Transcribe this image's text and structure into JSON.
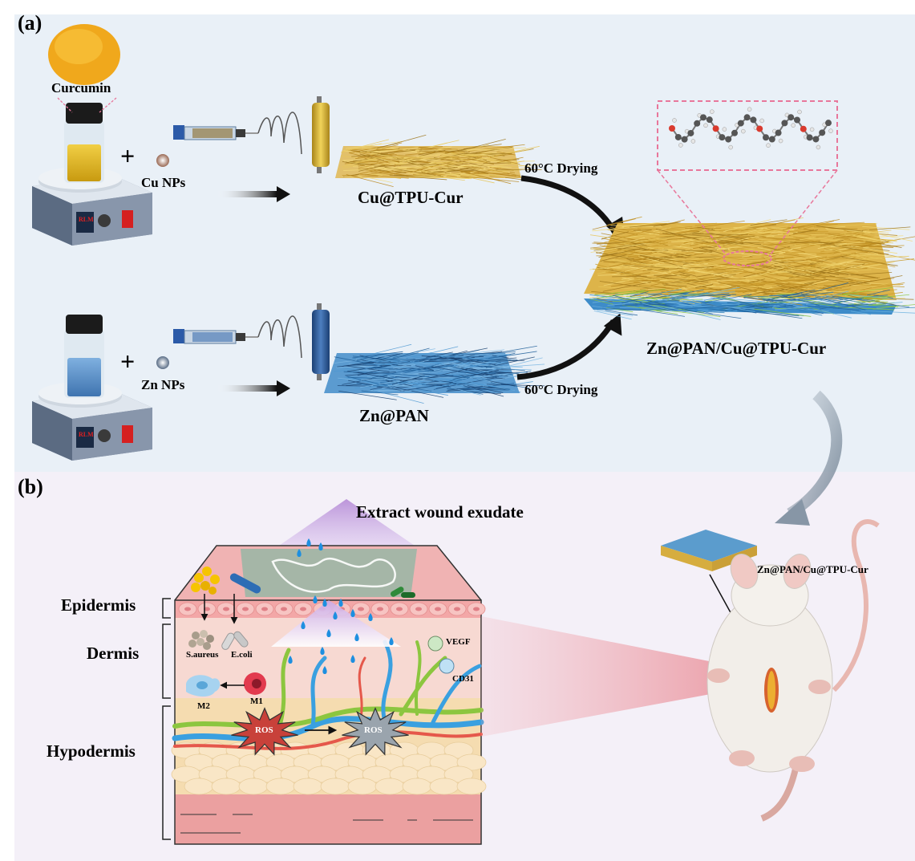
{
  "panels": {
    "a": "(a)",
    "b": "(b)"
  },
  "fabrication": {
    "curcumin": "Curcumin",
    "cu_nps": "Cu NPs",
    "zn_nps": "Zn NPs",
    "plus": "+",
    "cu_membrane": "Cu@TPU-Cur",
    "zn_membrane": "Zn@PAN",
    "drying_top": "60°C Drying",
    "drying_bottom": "60°C Drying",
    "composite": "Zn@PAN/Cu@TPU-Cur",
    "stirrer_display": "RLM"
  },
  "wound": {
    "extract": "Extract wound exudate",
    "layers": [
      "Epidermis",
      "Dermis",
      "Hypodermis"
    ],
    "bacteria": [
      "S.aureus",
      "E.coli"
    ],
    "macrophages": [
      "M2",
      "M1"
    ],
    "markers": [
      "VEGF",
      "CD31"
    ],
    "ros": [
      "ROS",
      "ROS"
    ],
    "dressing_label": "Zn@PAN/Cu@TPU-Cur"
  },
  "colors": {
    "panel_a_bg": "#e9f0f7",
    "panel_b_bg": "#f4f0f8",
    "cu_fiber": "#d4a52a",
    "zn_fiber": "#2f7fb8",
    "ros_red": "#c0392b",
    "ros_gray": "#9aa4ad",
    "pink_box": "#e8779b"
  }
}
